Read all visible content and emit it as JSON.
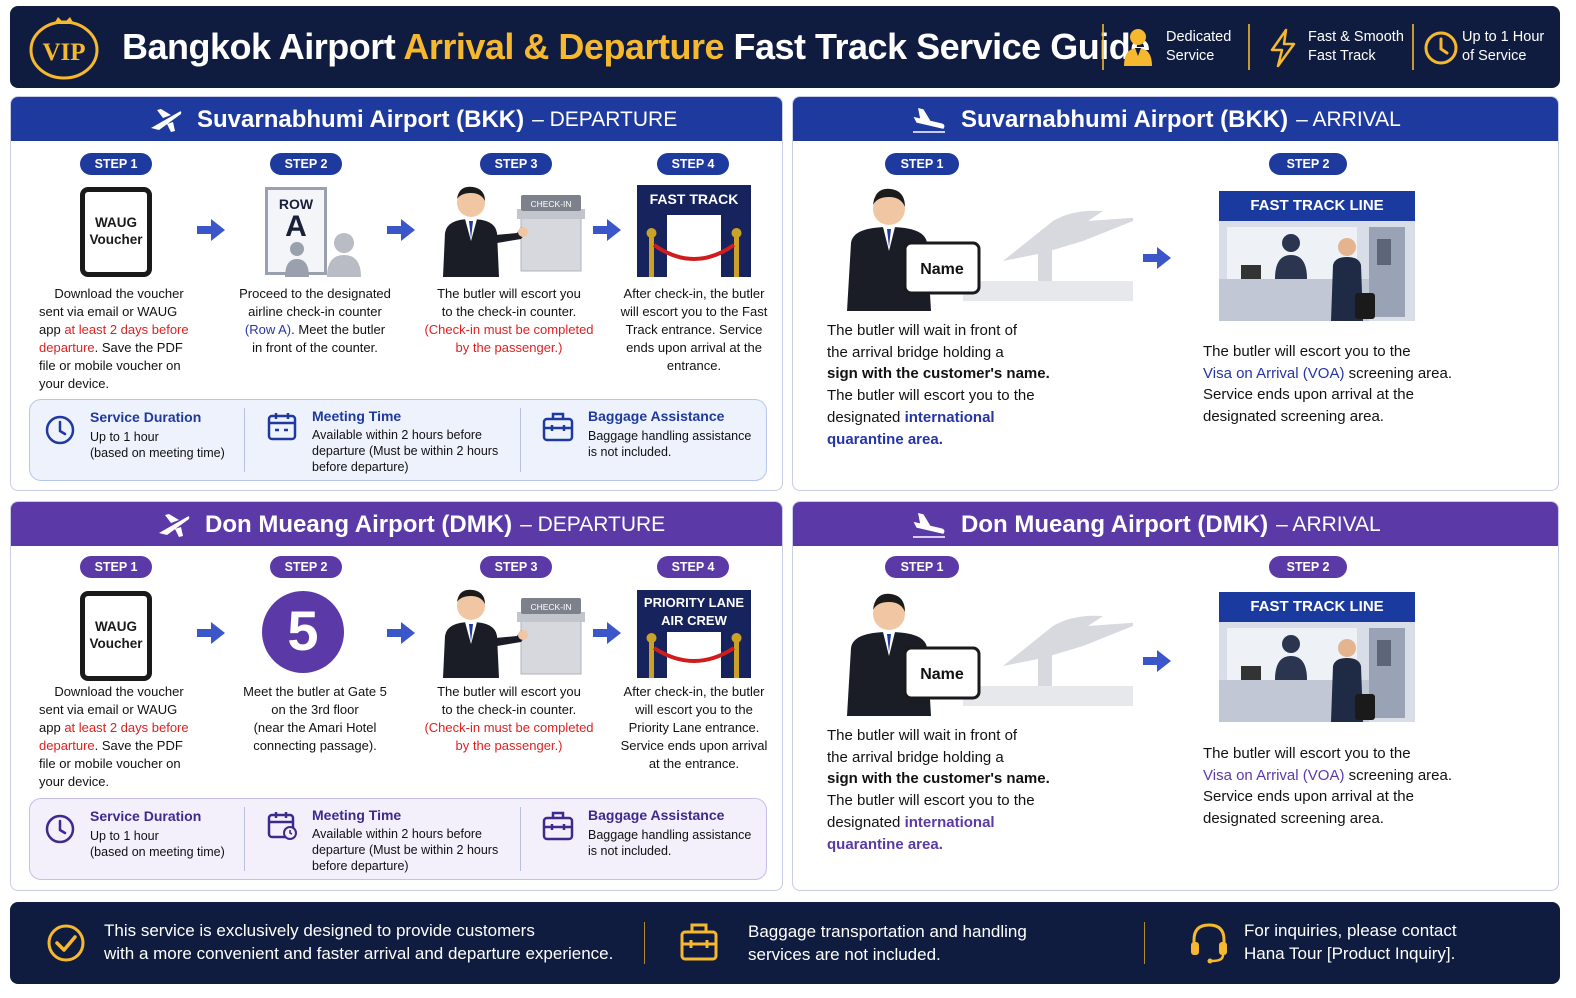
{
  "header": {
    "vip_badge": "VIP",
    "title_part1": "Bangkok Airport ",
    "title_highlight": "Arrival & Departure",
    "title_part2": " Fast Track Service Guide",
    "features": [
      {
        "icon": "person-icon",
        "line1": "Dedicated",
        "line2": "Service"
      },
      {
        "icon": "lightning-icon",
        "line1": "Fast & Smooth",
        "line2": "Fast Track"
      },
      {
        "icon": "clock-icon",
        "line1": "Up to 1 Hour",
        "line2": "of Service"
      }
    ]
  },
  "bkk_departure": {
    "title": "Suvarnabhumi Airport (BKK)",
    "subtitle": "– DEPARTURE",
    "steps": [
      {
        "label": "STEP 1",
        "voucher_line1": "WAUG",
        "voucher_line2": "Voucher",
        "d1": "Download the voucher",
        "d2": "sent via email or WAUG",
        "d3a": "app ",
        "d3b": "at least 2 days before",
        "d4a": "departure",
        "d4b": ". Save the PDF",
        "d5": "file or mobile voucher on",
        "d6": "your device."
      },
      {
        "label": "STEP 2",
        "sign_line1": "ROW",
        "sign_line2": "A",
        "d1": "Proceed to the designated",
        "d2": "airline check-in counter",
        "d3a": "(Row A)",
        "d3b": ". Meet the butler",
        "d4": "in front of the counter."
      },
      {
        "label": "STEP 3",
        "counter_label": "CHECK-IN",
        "d1": "The butler will escort you",
        "d2": "to the check-in counter.",
        "d3": "(Check-in must be completed",
        "d4": "by the passenger.)"
      },
      {
        "label": "STEP 4",
        "gate_label": "FAST TRACK",
        "d1": "After check-in, the butler",
        "d2": "will escort you to the Fast",
        "d3": "Track entrance. Service",
        "d4": "ends upon arrival at the",
        "d5": "entrance."
      }
    ],
    "info": [
      {
        "icon": "clock-icon",
        "title": "Service Duration",
        "l1": "Up to 1 hour",
        "l2": "(based on meeting time)"
      },
      {
        "icon": "calendar-icon",
        "title": "Meeting Time",
        "l1": "Available within 2 hours before",
        "l2": "departure (Must be within 2 hours",
        "l3": "before departure)"
      },
      {
        "icon": "luggage-icon",
        "title": "Baggage Assistance",
        "l1": "Baggage handling assistance",
        "l2": "is not included."
      }
    ]
  },
  "bkk_arrival": {
    "title": "Suvarnabhumi Airport (BKK)",
    "subtitle": "– ARRIVAL",
    "steps": [
      {
        "label": "STEP 1",
        "sign_text": "Name",
        "d1": "The butler will wait in front of",
        "d2": "the arrival bridge holding a",
        "d3": "sign with the customer's name.",
        "d4": "The butler will escort you to the",
        "d5a": "designated ",
        "d5b": "international",
        "d6": "quarantine area."
      },
      {
        "label": "STEP 2",
        "sign_text": "FAST TRACK LINE",
        "d1": "The butler will escort you to the",
        "d2a": "Visa on Arrival (VOA)",
        "d2b": " screening area.",
        "d3": "Service ends upon arrival at the",
        "d4": "designated screening area."
      }
    ]
  },
  "dmk_departure": {
    "title": "Don Mueang Airport (DMK)",
    "subtitle": "– DEPARTURE",
    "steps": [
      {
        "label": "STEP 1",
        "voucher_line1": "WAUG",
        "voucher_line2": "Voucher",
        "d1": "Download the voucher",
        "d2": "sent via email or WAUG",
        "d3a": "app ",
        "d3b": "at least 2 days before",
        "d4a": "departure",
        "d4b": ". Save the PDF",
        "d5": "file or mobile voucher on",
        "d6": "your device."
      },
      {
        "label": "STEP 2",
        "gate_number": "5",
        "d1": "Meet the butler at Gate 5",
        "d2": "on the 3rd floor",
        "d3": "(near the Amari Hotel",
        "d4": "connecting passage)."
      },
      {
        "label": "STEP 3",
        "counter_label": "CHECK-IN",
        "d1": "The butler will escort you",
        "d2": "to the check-in counter.",
        "d3": "(Check-in must be completed",
        "d4": "by the passenger.)"
      },
      {
        "label": "STEP 4",
        "gate_label1": "PRIORITY LANE",
        "gate_label2": "AIR CREW",
        "d1": "After check-in, the butler",
        "d2": "will escort you to the",
        "d3": "Priority Lane entrance.",
        "d4": "Service ends upon arrival",
        "d5": "at the entrance."
      }
    ],
    "info": [
      {
        "icon": "clock-icon",
        "title": "Service Duration",
        "l1": "Up to 1 hour",
        "l2": "(based on meeting time)"
      },
      {
        "icon": "calendar-clock-icon",
        "title": "Meeting Time",
        "l1": "Available within 2 hours before",
        "l2": "departure (Must be within 2 hours",
        "l3": "before departure)"
      },
      {
        "icon": "luggage-icon",
        "title": "Baggage Assistance",
        "l1": "Baggage handling assistance",
        "l2": "is not included."
      }
    ]
  },
  "dmk_arrival": {
    "title": "Don Mueang Airport (DMK)",
    "subtitle": "– ARRIVAL",
    "steps": [
      {
        "label": "STEP 1",
        "sign_text": "Name",
        "d1": "The butler will wait in front of",
        "d2": "the arrival bridge holding a",
        "d3": "sign with the customer's name.",
        "d4": "The butler will escort you to the",
        "d5a": "designated ",
        "d5b": "international",
        "d6": "quarantine area."
      },
      {
        "label": "STEP 2",
        "sign_text": "FAST TRACK LINE",
        "d1": "The butler will escort you to the",
        "d2a": "Visa on Arrival (VOA)",
        "d2b": " screening area.",
        "d3": "Service ends upon arrival at the",
        "d4": "designated screening area."
      }
    ]
  },
  "footer": [
    {
      "icon": "check-circle-icon",
      "l1": "This service is exclusively designed to provide customers",
      "l2": "with a more convenient and faster arrival and departure experience."
    },
    {
      "icon": "luggage-icon",
      "l1": "Baggage transportation and handling",
      "l2": "services are not included."
    },
    {
      "icon": "headset-icon",
      "l1": "For inquiries, please contact",
      "l2": "Hana Tour [Product Inquiry]."
    }
  ],
  "colors": {
    "navy": "#0f1c3f",
    "gold": "#f5b82e",
    "blue": "#1f3a9e",
    "purple": "#5b3aa8",
    "red": "#e02020"
  }
}
